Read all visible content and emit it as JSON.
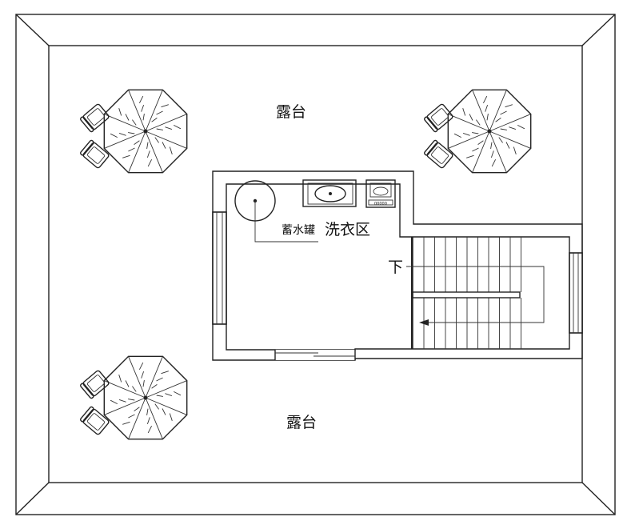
{
  "labels": {
    "terrace_top": "露台",
    "terrace_bottom": "露台",
    "laundry_area": "洗衣区",
    "water_tank": "蓄水罐",
    "stair_down": "下"
  },
  "fixtures": {
    "washer_text": "00000"
  },
  "colors": {
    "line": "#222222",
    "background": "#ffffff"
  }
}
